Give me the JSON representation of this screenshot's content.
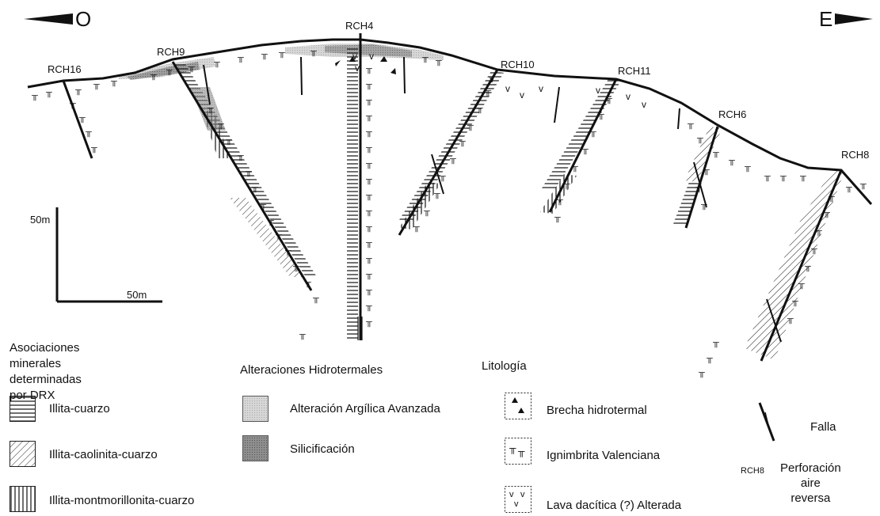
{
  "directions": {
    "west": "O",
    "east": "E"
  },
  "drillholes": [
    {
      "id": "RCH16"
    },
    {
      "id": "RCH9"
    },
    {
      "id": "RCH4"
    },
    {
      "id": "RCH10"
    },
    {
      "id": "RCH11"
    },
    {
      "id": "RCH6"
    },
    {
      "id": "RCH8"
    }
  ],
  "scale": {
    "vertical_label": "50m",
    "horizontal_label": "50m"
  },
  "legend": {
    "minerals": {
      "heading": "Asociaciones minerales\ndeterminadas por DRX",
      "items": [
        {
          "label": "Illita-cuarzo",
          "pattern": "horizontal-lines"
        },
        {
          "label": "Illita-caolinita-cuarzo",
          "pattern": "diagonal-hatch"
        },
        {
          "label": "Illita-montmorillonita-cuarzo",
          "pattern": "vertical-lines"
        }
      ]
    },
    "alterations": {
      "heading": "Alteraciones Hidrotermales",
      "items": [
        {
          "label": "Alteración Argílica Avanzada",
          "color": "#cfcfcf"
        },
        {
          "label": "Silicificación",
          "color": "#8a8a8a"
        }
      ]
    },
    "lithology": {
      "heading": "Litología",
      "items": [
        {
          "label": "Brecha hidrotermal",
          "symbol": "triangles"
        },
        {
          "label": "Ignimbrita Valenciana",
          "symbol": "pi-marks"
        },
        {
          "label": "Lava dacítica (?) Alterada",
          "symbol": "v-marks"
        }
      ]
    },
    "other": [
      {
        "label": "Falla",
        "symbol": "fault"
      },
      {
        "code": "RCH8",
        "label": "Perforación\naire reversa",
        "symbol": "drillhole"
      }
    ]
  }
}
